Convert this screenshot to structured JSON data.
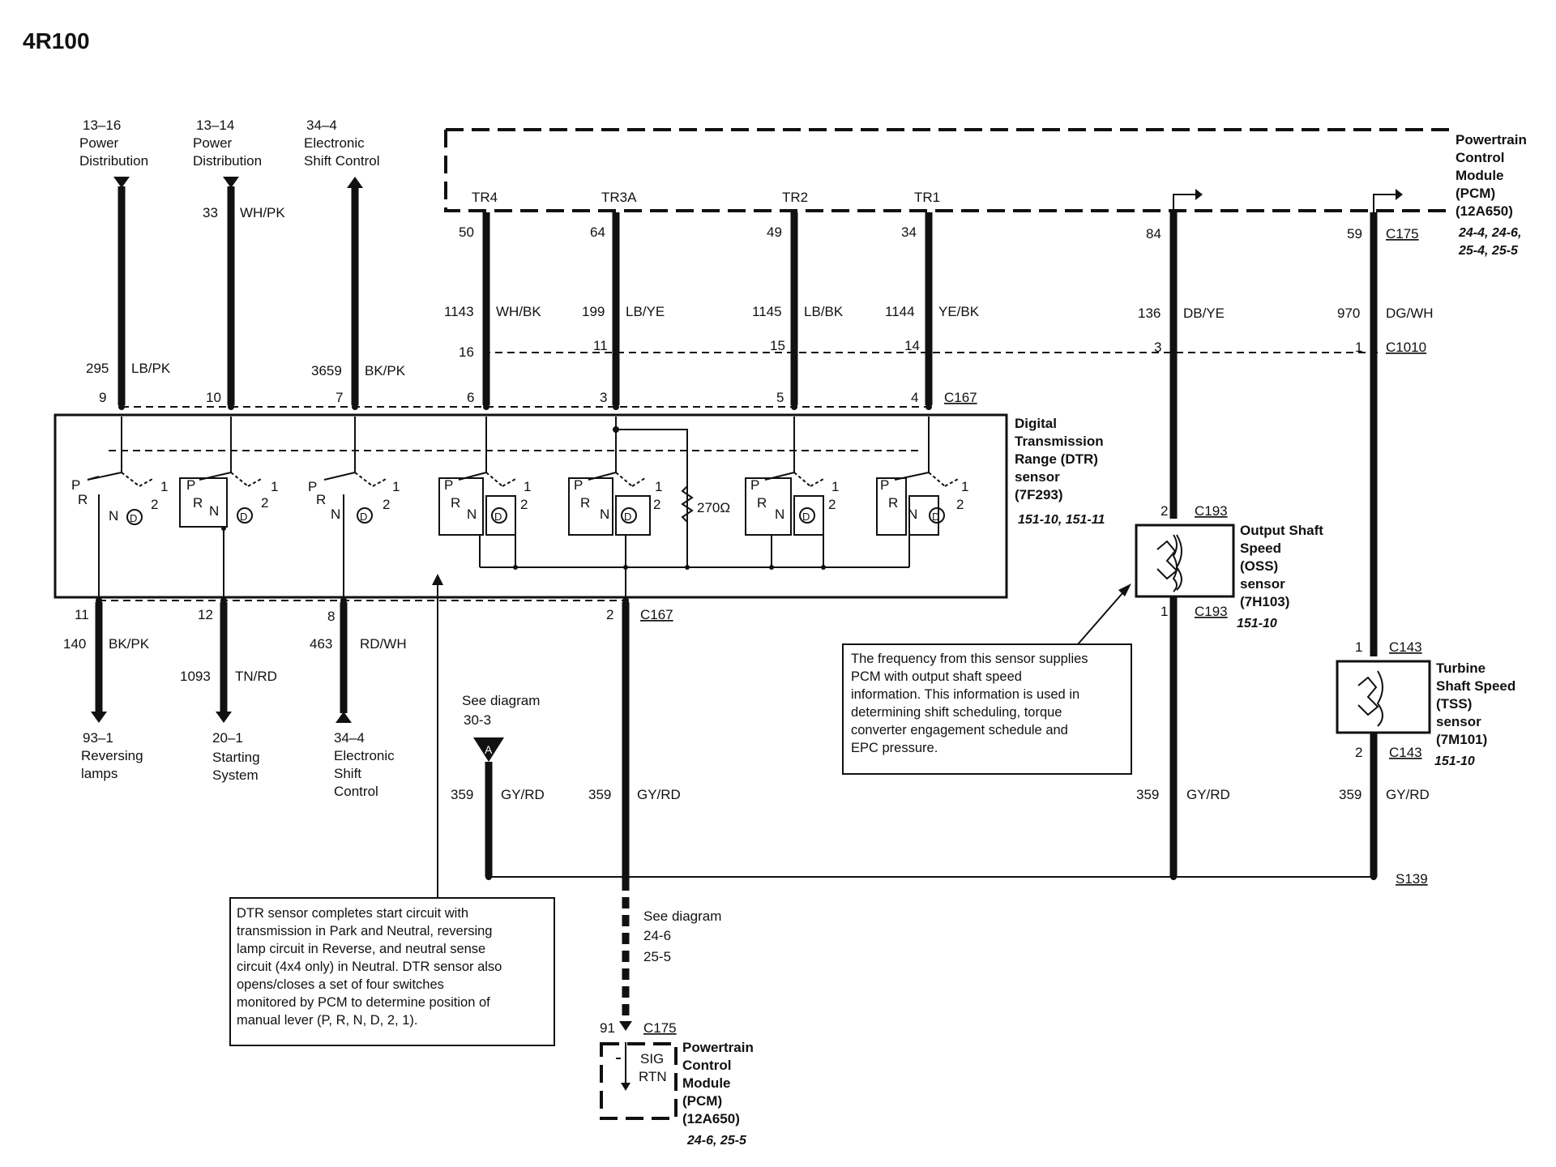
{
  "title": "4R100",
  "top_refs": [
    {
      "code": "13–16",
      "l1": "Power",
      "l2": "Distribution"
    },
    {
      "code": "13–14",
      "l1": "Power",
      "l2": "Distribution"
    },
    {
      "code": "34–4",
      "l1": "Electronic",
      "l2": "Shift Control"
    }
  ],
  "bottom_refs": [
    {
      "code": "93–1",
      "l1": "Reversing",
      "l2": "lamps",
      "l3": ""
    },
    {
      "code": "20–1",
      "l1": "Starting",
      "l2": "System",
      "l3": ""
    },
    {
      "code": "34–4",
      "l1": "Electronic",
      "l2": "Shift",
      "l3": "Control"
    }
  ],
  "pcm_top": {
    "l1": "Powertrain",
    "l2": "Control",
    "l3": "Module",
    "l4": "(PCM)",
    "l5": "(12A650)",
    "r1": "24-4, 24-6,",
    "r2": "25-4, 25-5"
  },
  "tr_labels": [
    "TR4",
    "TR3A",
    "TR2",
    "TR1"
  ],
  "pcm_pins": [
    "50",
    "64",
    "49",
    "34",
    "84",
    "59"
  ],
  "c175_top": "C175",
  "wires_upper": [
    {
      "num": "1143",
      "color": "WH/BK"
    },
    {
      "num": "199",
      "color": "LB/YE"
    },
    {
      "num": "1145",
      "color": "LB/BK"
    },
    {
      "num": "1144",
      "color": "YE/BK"
    },
    {
      "num": "136",
      "color": "DB/YE"
    },
    {
      "num": "970",
      "color": "DG/WH"
    }
  ],
  "c1010": {
    "label": "C1010",
    "pins": [
      "16",
      "11",
      "15",
      "14",
      "3",
      "1"
    ]
  },
  "left_wires_top": [
    {
      "pin_top": "",
      "num": "",
      "color": ""
    },
    {
      "pin_top": "33",
      "num": "",
      "color": "WH/PK"
    }
  ],
  "wire33": {
    "num": "33",
    "color": "WH/PK"
  },
  "wire295": {
    "num": "295",
    "color": "LB/PK"
  },
  "wire3659": {
    "num": "3659",
    "color": "BK/PK"
  },
  "c167_top": {
    "label": "C167",
    "pins": [
      "9",
      "10",
      "7",
      "6",
      "3",
      "5",
      "4"
    ]
  },
  "dtr": {
    "l1": "Digital",
    "l2": "Transmission",
    "l3": "Range (DTR)",
    "l4": "sensor",
    "l5": "(7F293)",
    "ref": "151-10, 151-11"
  },
  "switch_pos": {
    "p": "P",
    "r": "R",
    "n": "N",
    "d": "D",
    "two": "2",
    "one": "1"
  },
  "resistor": "270Ω",
  "c167_bottom": {
    "label": "C167",
    "pins": [
      "11",
      "12",
      "8",
      "2"
    ]
  },
  "wires_lower": [
    {
      "num": "140",
      "color": "BK/PK"
    },
    {
      "num": "1093",
      "color": "TN/RD"
    },
    {
      "num": "463",
      "color": "RD/WH"
    }
  ],
  "c193": {
    "label": "C193",
    "pin_top": "2",
    "pin_bottom": "1"
  },
  "oss": {
    "l1": "Output Shaft",
    "l2": "Speed",
    "l3": "(OSS)",
    "l4": "sensor",
    "l5": "(7H103)",
    "ref": "151-10"
  },
  "c143": {
    "label": "C143",
    "pin_top": "1",
    "pin_bottom": "2"
  },
  "tss": {
    "l1": "Turbine",
    "l2": "Shaft Speed",
    "l3": "(TSS)",
    "l4": "sensor",
    "l5": "(7M101)",
    "ref": "151-10"
  },
  "note_oss": [
    "The frequency from this sensor supplies",
    "PCM with output shaft speed",
    "information. This information is used in",
    "determining shift scheduling, torque",
    "converter engagement schedule and",
    "EPC pressure."
  ],
  "note_dtr": [
    "DTR sensor completes start circuit with",
    "transmission in Park and Neutral, reversing",
    "lamp circuit in Reverse, and neutral sense",
    "circuit (4x4 only) in Neutral. DTR sensor also",
    "opens/closes a set of four switches",
    "monitored by PCM to determine position of",
    "manual lever (P, R, N, D, 2, 1)."
  ],
  "see_a": {
    "l1": "See diagram",
    "l2": "30-3",
    "marker": "A"
  },
  "gyrd": {
    "num": "359",
    "color": "GY/RD"
  },
  "splice": "S139",
  "see_bottom": {
    "l1": "See diagram",
    "l2": "24-6",
    "l3": "25-5"
  },
  "c175_bottom": {
    "label": "C175",
    "pin": "91"
  },
  "pcm_bottom": {
    "sig": "SIG",
    "rtn": "RTN",
    "l1": "Powertrain",
    "l2": "Control",
    "l3": "Module",
    "l4": "(PCM)",
    "l5": "(12A650)",
    "ref": "24-6, 25-5"
  }
}
